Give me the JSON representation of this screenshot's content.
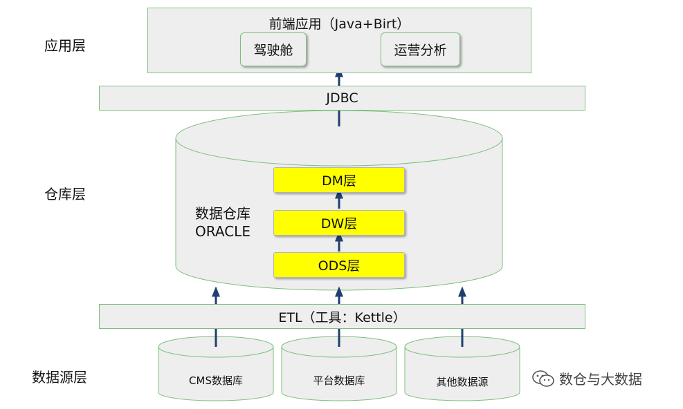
{
  "layers": {
    "application": "应用层",
    "warehouse": "仓库层",
    "datasource": "数据源层"
  },
  "app": {
    "title": "前端应用（Java+Birt）",
    "cockpit": "驾驶舱",
    "operations": "运营分析"
  },
  "jdbc": "JDBC",
  "warehouse": {
    "name_line1": "数据仓库",
    "name_line2": "ORACLE",
    "dm": "DM层",
    "dw": "DW层",
    "ods": "ODS层"
  },
  "etl": "ETL（工具：Kettle）",
  "sources": [
    "CMS数据库",
    "平台数据库",
    "其他数据源"
  ],
  "watermark": "数仓与大数据",
  "colors": {
    "box_fill": "#eeeeee",
    "box_border": "#7cc07c",
    "layer_fill": "#ffff00",
    "arrow": "#1f3f6f"
  }
}
